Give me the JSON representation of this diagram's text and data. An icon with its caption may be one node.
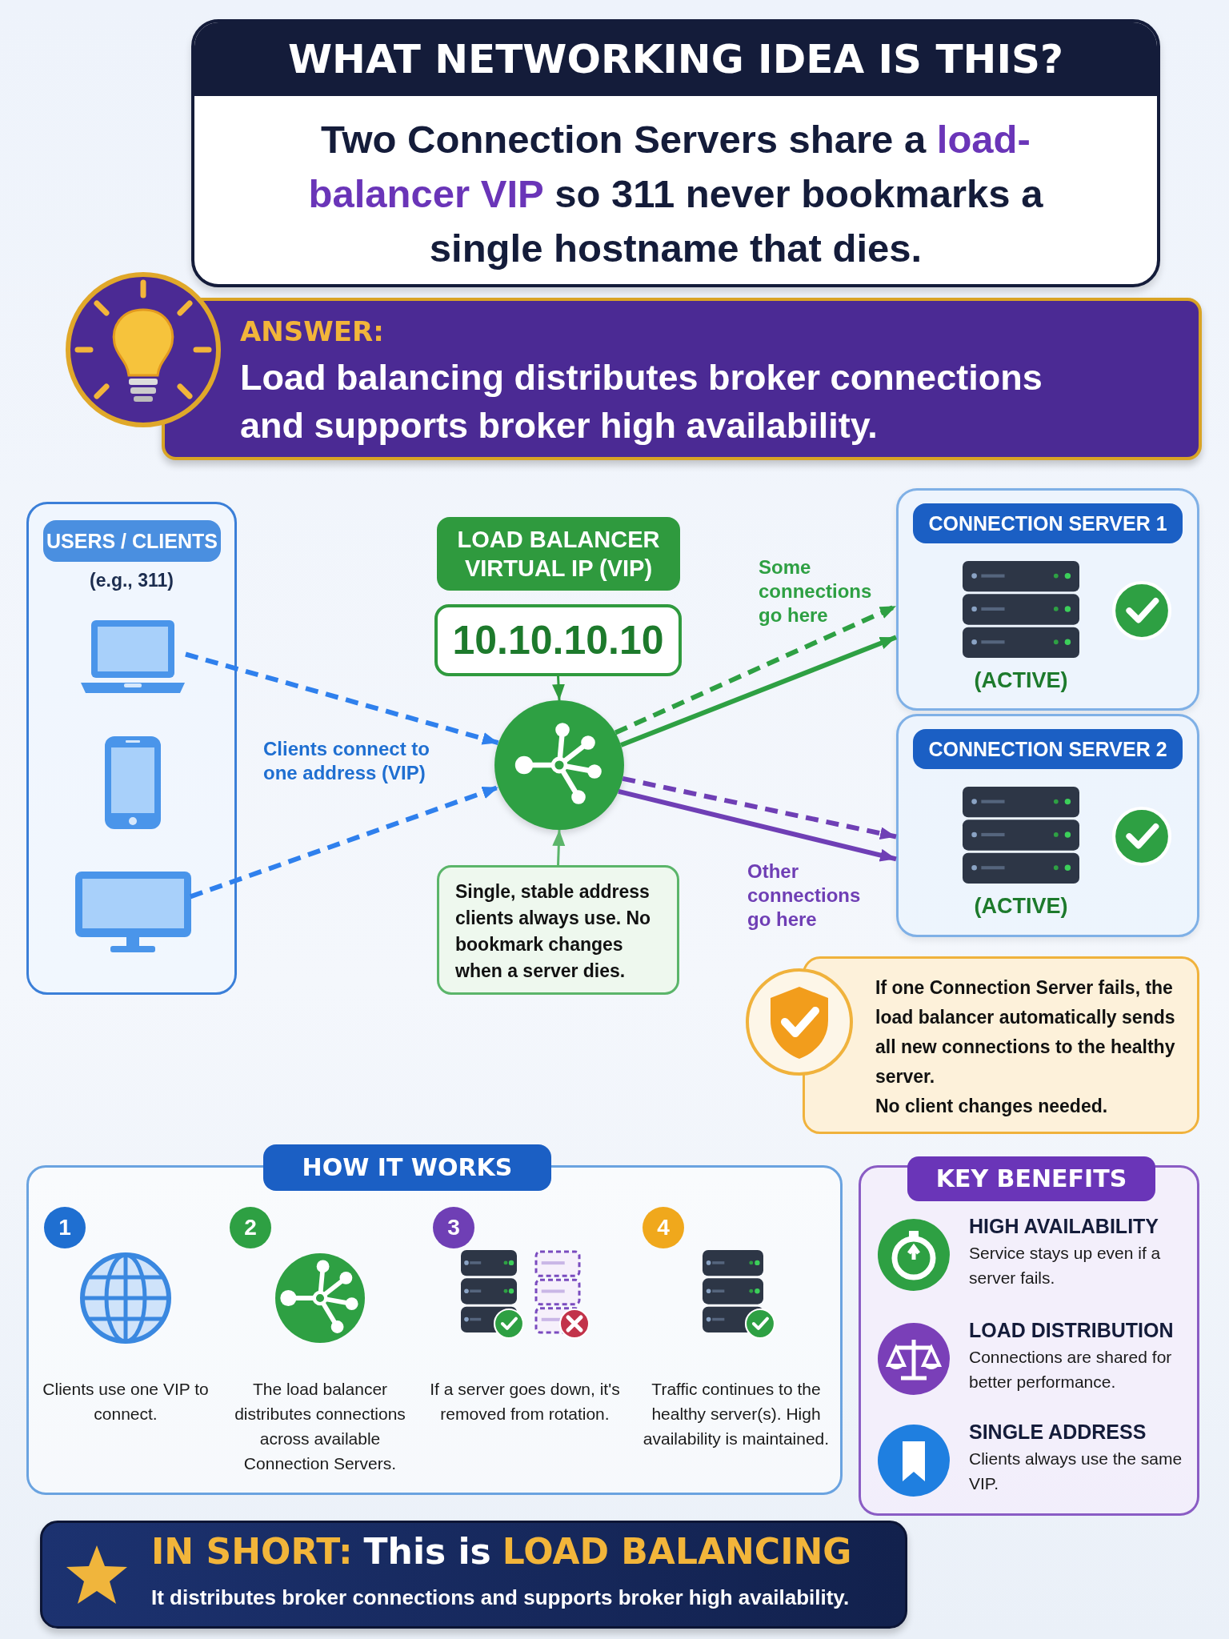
{
  "diagram": {
    "nodes": [
      {
        "text": [
          "WHAT NETWORKING IDEA IS THIS?",
          "Two Connection Servers share a **load-balancer VIP** so 311 never bookmarks a single hostname that dies."
        ]
      },
      {
        "text": [
          "ANSWER:",
          "Load balancing distributes broker connections and supports broker high availability."
        ]
      },
      {
        "text": [
          "USERS / CLIENTS",
          "(e.g., 311)"
        ]
      },
      {
        "text": [],
        "shape": "picture",
        "in": 2
      },
      {
        "text": [],
        "shape": "picture",
        "in": 2
      },
      {
        "text": [],
        "shape": "picture",
        "in": 2
      },
      {
        "text": [
          "LOAD BALANCER VIRTUAL IP (VIP)"
        ]
      },
      {
        "text": [
          "10.10.10.10"
        ]
      },
      {
        "text": [],
        "shape": "circle"
      },
      {
        "text": [
          "Single, stable address clients always use. No bookmark changes when a server dies."
        ]
      },
      {
        "text": [
          "CONNECTION SERVER 1",
          "(ACTIVE)"
        ]
      },
      {
        "text": [
          "CONNECTION SERVER 2",
          "(ACTIVE)"
        ]
      },
      {
        "text": [
          "If one Connection Server fails, the load balancer automatically sends all new connections to the healthy server.",
          "No client changes needed."
        ]
      },
      {
        "text": [
          "HOW IT WORKS"
        ]
      },
      {
        "text": [
          "1",
          "Clients use one VIP to connect."
        ],
        "in": 13
      },
      {
        "text": [
          "2",
          "The load balancer distributes connections across available Connection Servers."
        ],
        "in": 13
      },
      {
        "text": [
          "3",
          "If a server goes down, it's removed from rotation."
        ],
        "in": 13
      },
      {
        "text": [
          "4",
          "Traffic continues to the healthy server(s). High availability is maintained."
        ],
        "in": 13
      },
      {
        "text": [
          "KEY BENEFITS"
        ]
      },
      {
        "text": [
          "HIGH AVAILABILITY",
          "Service stays up even if a server fails."
        ],
        "in": 18
      },
      {
        "text": [
          "LOAD DISTRIBUTION",
          "Connections are shared for better performance."
        ],
        "in": 18
      },
      {
        "text": [
          "SINGLE ADDRESS",
          "Clients always use the same VIP."
        ],
        "in": 18
      },
      {
        "text": [
          "IN SHORT:",
          "This is",
          "LOAD BALANCING",
          "It distributes broker connections and supports broker high availability."
        ]
      }
    ],
    "edges": [
      {
        "from": 3,
        "to": 8,
        "arrow": "to",
        "style": "dashed",
        "color": "#2f80ed"
      },
      {
        "from": 5,
        "to": 8,
        "arrow": "to",
        "style": "dashed",
        "color": "#2f80ed"
      },
      {
        "from": 8,
        "to": 10,
        "arrow": "to",
        "style": "dashed",
        "color": "#2ea043"
      },
      {
        "from": 8,
        "to": 10,
        "arrow": "to",
        "color": "#2ea043"
      },
      {
        "from": 8,
        "to": 11,
        "arrow": "to",
        "style": "dashed",
        "color": "#6f3fb5"
      },
      {
        "from": 8,
        "to": 11,
        "arrow": "to",
        "color": "#6f3fb5"
      },
      {
        "from": 7,
        "to": 8,
        "arrow": "to",
        "color": "#2f9a3e"
      },
      {
        "from": 9,
        "to": 8,
        "arrow": "to",
        "color": "#5bb56a"
      }
    ],
    "labels": [
      "Clients connect to one address (VIP)",
      "Some connections go here",
      "Other connections go here"
    ]
  }
}
